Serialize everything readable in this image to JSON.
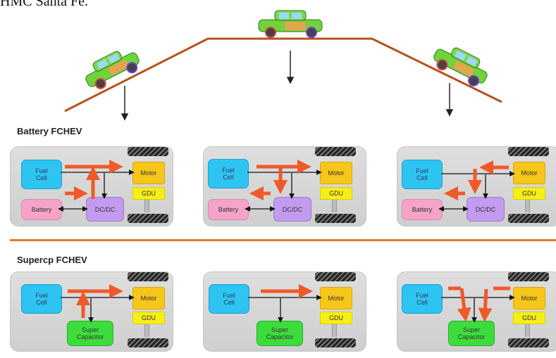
{
  "caption": "HMC Santa Fe.",
  "sections": {
    "battery_title": "Battery FCHEV",
    "supercap_title": "Supercp FCHEV"
  },
  "labels": {
    "fuel_cell": "Fuel\nCell",
    "motor": "Motor",
    "gdu": "GDU",
    "battery": "Battery",
    "dcdc": "DC/DC",
    "super_capacitor": "Super\nCapacitor"
  },
  "colors": {
    "road": "#b5521f",
    "flow_arrow": "#f0592a",
    "fuel_cell": "#2ec4f2",
    "battery": "#f6a3c8",
    "dcdc": "#c29bf0",
    "motor": "#f7c61a",
    "gdu": "#f6ee18",
    "super_capacitor": "#3ddc3d",
    "divider": "#e07a2a"
  },
  "scenes": [
    "uphill",
    "flat",
    "downhill"
  ]
}
